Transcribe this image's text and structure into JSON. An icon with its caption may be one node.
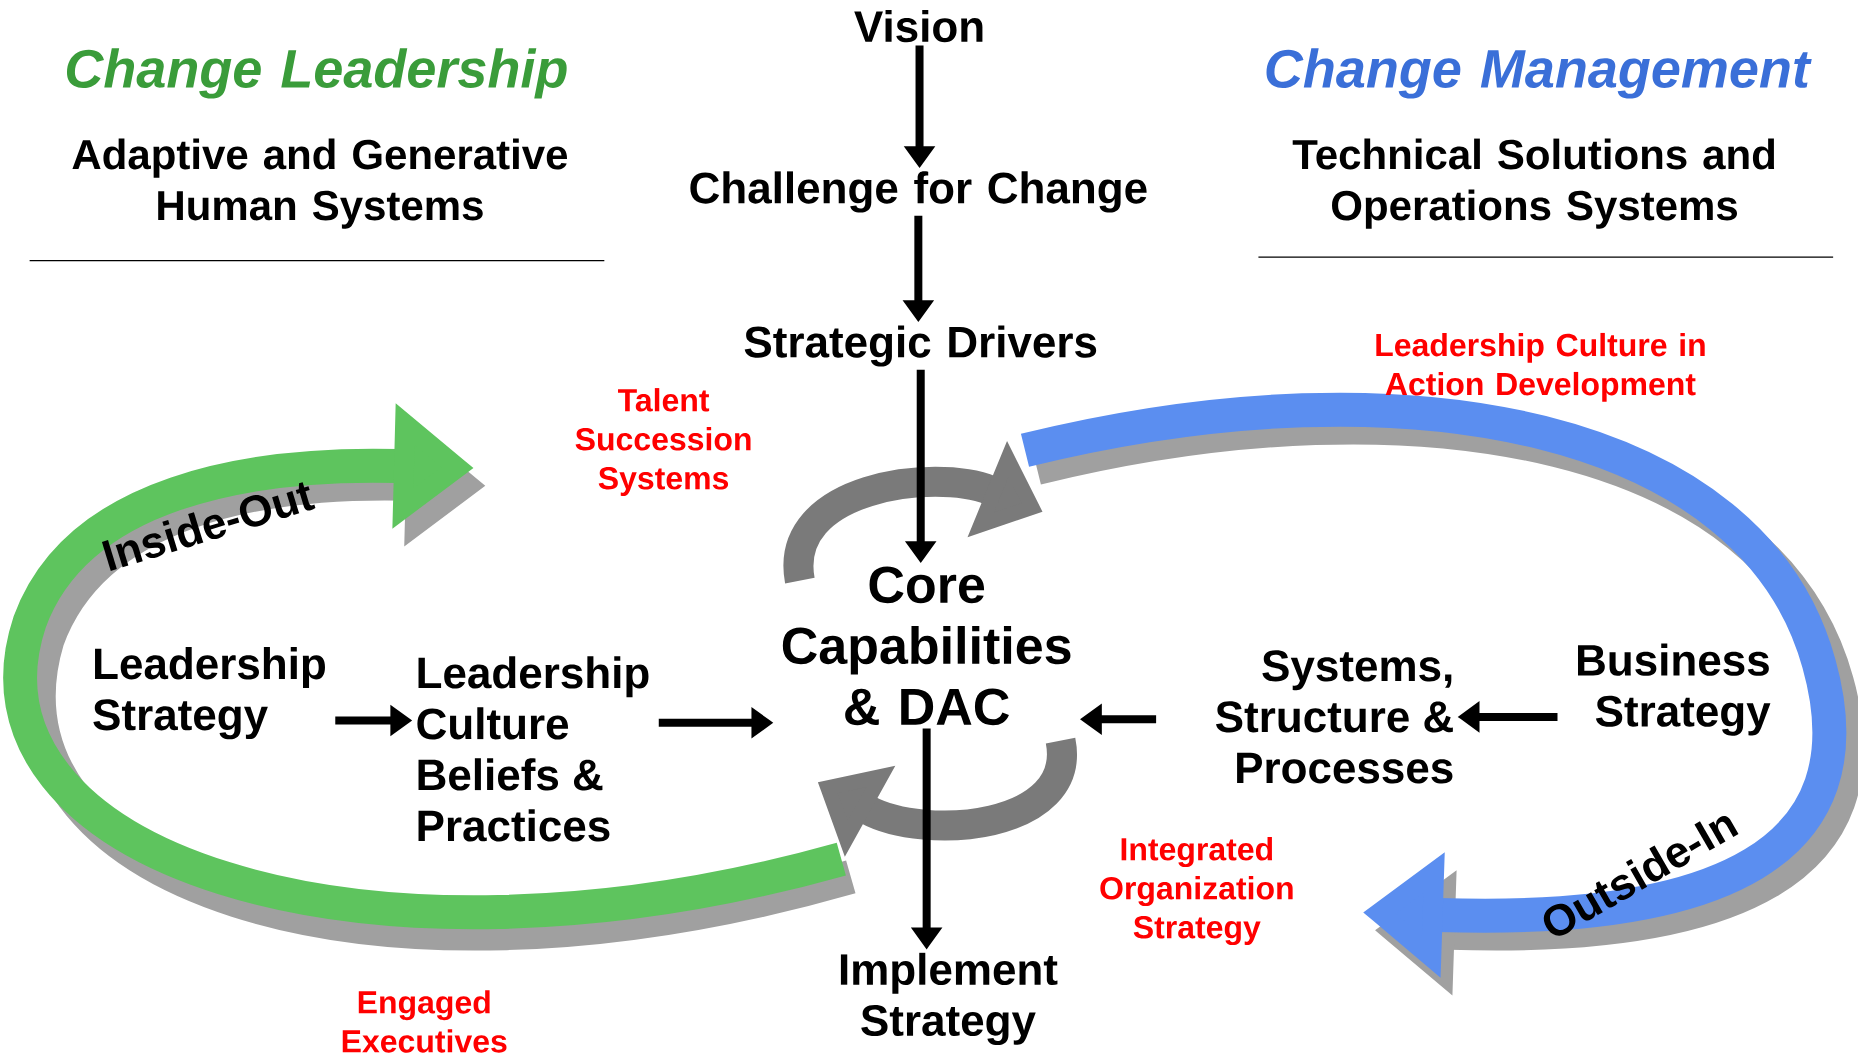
{
  "diagram": {
    "nodes": [
      {
        "text": [
          "Vision"
        ]
      },
      {
        "text": [
          "Challenge for Change"
        ]
      },
      {
        "text": [
          "Strategic Drivers"
        ]
      },
      {
        "text": [
          "Core Capabilities & DAC"
        ]
      },
      {
        "text": [
          "Implement Strategy"
        ]
      },
      {
        "text": [
          "Leadership Strategy"
        ]
      },
      {
        "text": [
          "Leadership Culture Beliefs & Practices"
        ]
      },
      {
        "text": [
          "Systems, Structure & Processes"
        ]
      },
      {
        "text": [
          "Business Strategy"
        ]
      }
    ],
    "edges": [
      {
        "from": 0,
        "to": 1,
        "arrow": "to"
      },
      {
        "from": 1,
        "to": 2,
        "arrow": "to"
      },
      {
        "from": 2,
        "to": 3,
        "arrow": "to"
      },
      {
        "from": 3,
        "to": 4,
        "arrow": "to"
      },
      {
        "from": 5,
        "to": 6,
        "arrow": "to"
      },
      {
        "from": 6,
        "to": 3,
        "arrow": "to"
      },
      {
        "from": 8,
        "to": 7,
        "arrow": "to"
      },
      {
        "from": 7,
        "to": 3,
        "arrow": "to"
      }
    ],
    "labels": [
      "Change Leadership",
      "Adaptive and Generative Human Systems",
      "Change Management",
      "Technical Solutions and Operations Systems",
      "Talent Succession Systems",
      "Leadership Culture in Action Development",
      "Inside-Out",
      "Outside-In",
      "Integrated Organization Strategy",
      "Engaged Executives"
    ]
  }
}
